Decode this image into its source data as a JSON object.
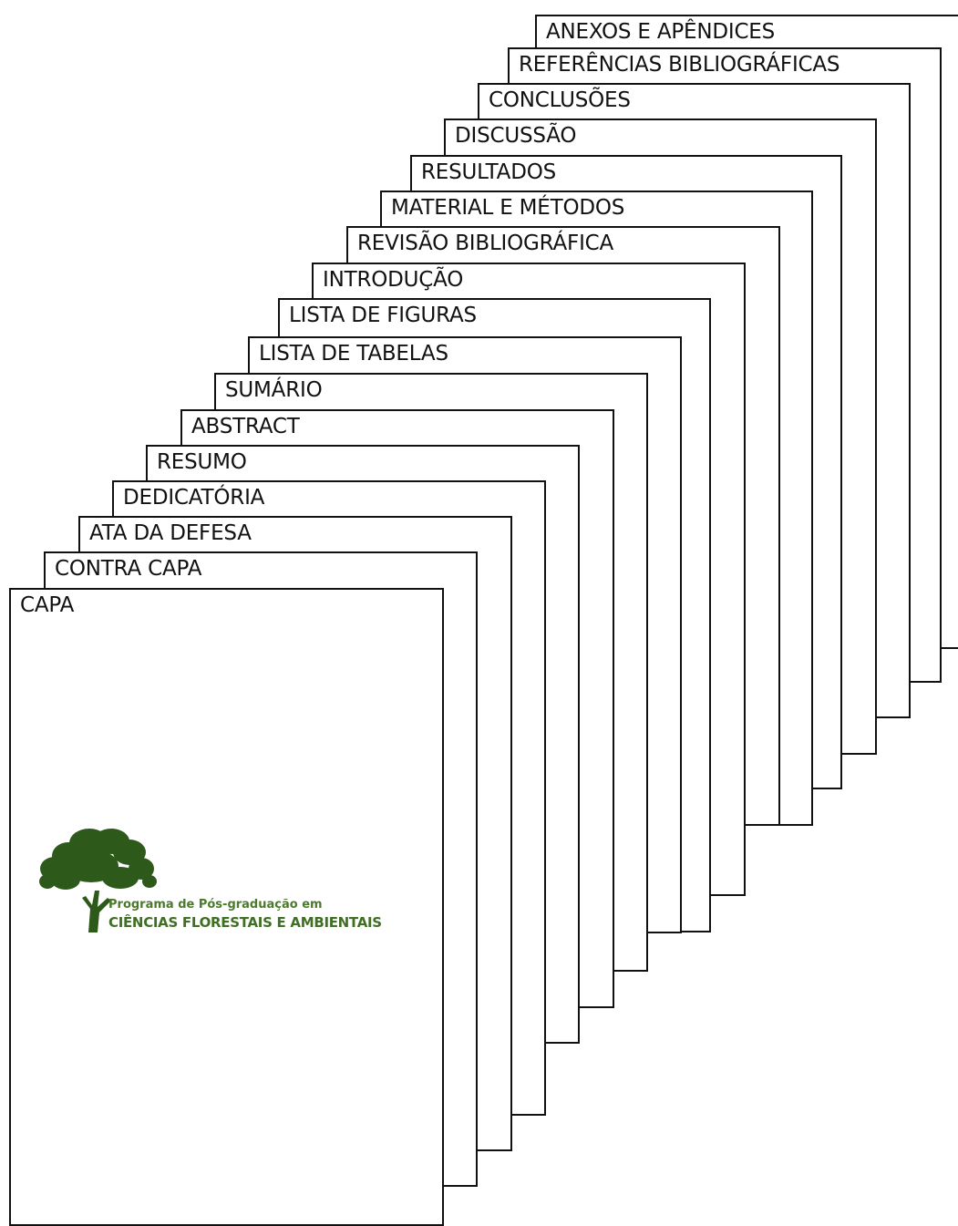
{
  "sections": [
    "CAPA",
    "CONTRA CAPA",
    "ATA DA DEFESA",
    "DEDICATÓRIA",
    "RESUMO",
    "ABSTRACT",
    "SUMÁRIO",
    "LISTA DE TABELAS",
    "LISTA DE FIGURAS",
    "INTRODUÇÃO",
    "REVISÃO BIBLIOGRÁFICA",
    "MATERIAL E MÉTODOS",
    "RESULTADOS",
    "DISCUSSÃO",
    "CONCLUSÕES",
    "REFERÊNCIAS BIBLIOGRÁFICAS",
    "ANEXOS E APÊNDICES"
  ],
  "logo": {
    "line1": "Programa de Pós-graduação em",
    "line2": "CIÊNCIAS FLORESTAIS E AMBIENTAIS",
    "icon": "tree-icon",
    "colors": {
      "tree": "#2d5a1b",
      "line1": "#4a7a2a",
      "line2": "#3f6e24"
    }
  }
}
